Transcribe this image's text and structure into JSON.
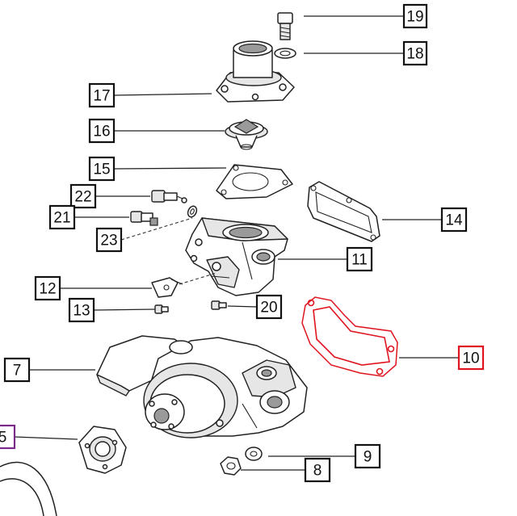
{
  "callouts": {
    "c19": "19",
    "c18": "18",
    "c17": "17",
    "c16": "16",
    "c15": "15",
    "c22": "22",
    "c21": "21",
    "c14": "14",
    "c23": "23",
    "c11": "11",
    "c12": "12",
    "c13": "13",
    "c20": "20",
    "c10": "10",
    "c7": "7",
    "c5": "5",
    "c9": "9",
    "c8": "8"
  },
  "colors": {
    "highlight_red": "#e0141e",
    "highlight_purple": "#7b2a8c",
    "line": "#222222"
  }
}
